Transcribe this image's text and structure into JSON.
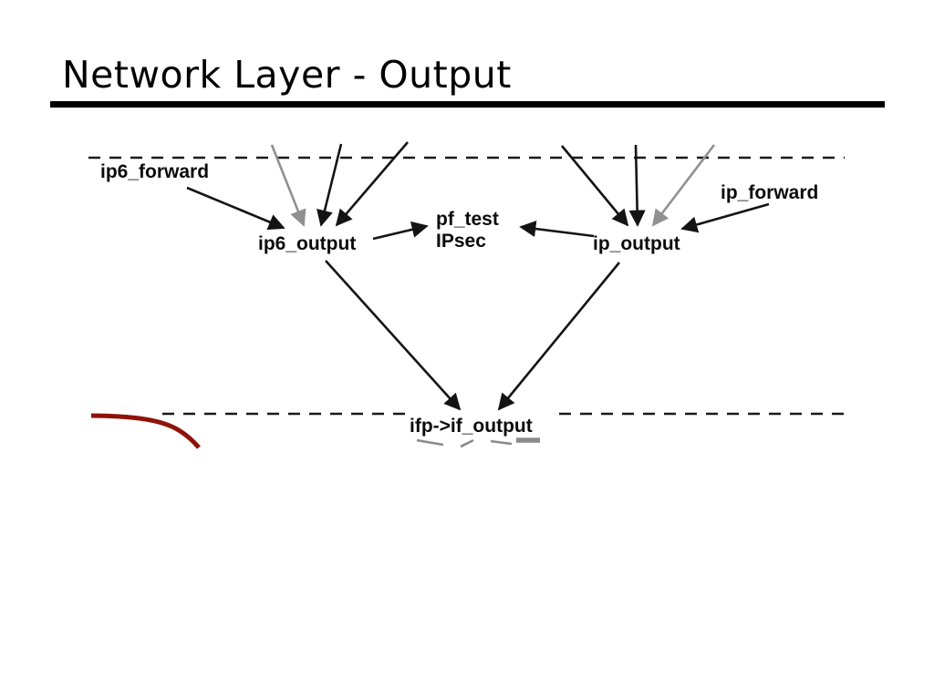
{
  "slide": {
    "title": "Network Layer - Output"
  },
  "colors": {
    "black_line": "#141414",
    "gray_arrow": "#909090",
    "red_curve": "#8e1208",
    "gray_fragment": "#8a8a8a"
  },
  "diagram": {
    "nodes": {
      "ip6_forward": {
        "label": "ip6_forward"
      },
      "ip6_output": {
        "label": "ip6_output"
      },
      "pf_test": {
        "label": "pf_test",
        "sublabel": "IPsec"
      },
      "ip_output": {
        "label": "ip_output"
      },
      "ip_forward": {
        "label": "ip_forward"
      },
      "if_output": {
        "label": "ifp->if_output"
      }
    }
  }
}
